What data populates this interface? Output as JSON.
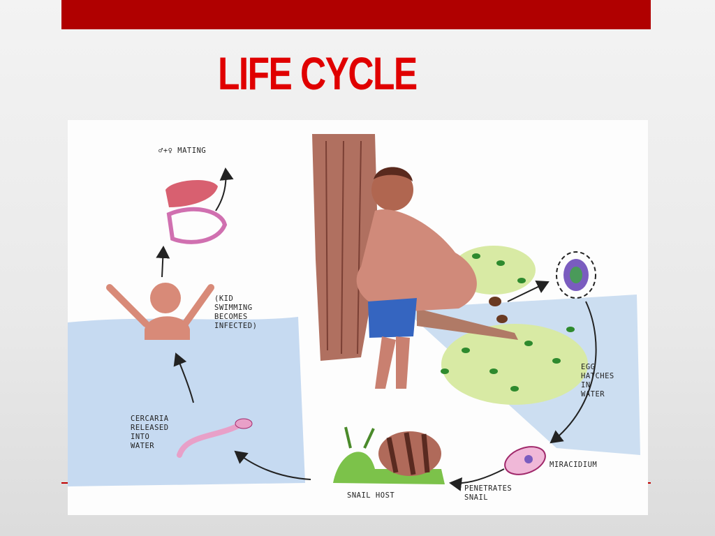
{
  "slide": {
    "title": "LIFE CYCLE",
    "colors": {
      "bar": "#b00000",
      "title": "#e00000",
      "water": "#bcd4ee"
    }
  },
  "labels": {
    "mating": "♂+♀ MATING",
    "kid_swimming": "(KID\nSWIMMING\nBECOMES\nINFECTED)",
    "egg_hatches": "EGG\nHATCHES\nIN\nWATER",
    "miracidium": "MIRACIDIUM",
    "penetrates_snail": "PENETRATES\nSNAIL",
    "snail_host": "SNAIL HOST",
    "cercaria": "CERCARIA\nRELEASED\nINTO\nWATER"
  }
}
